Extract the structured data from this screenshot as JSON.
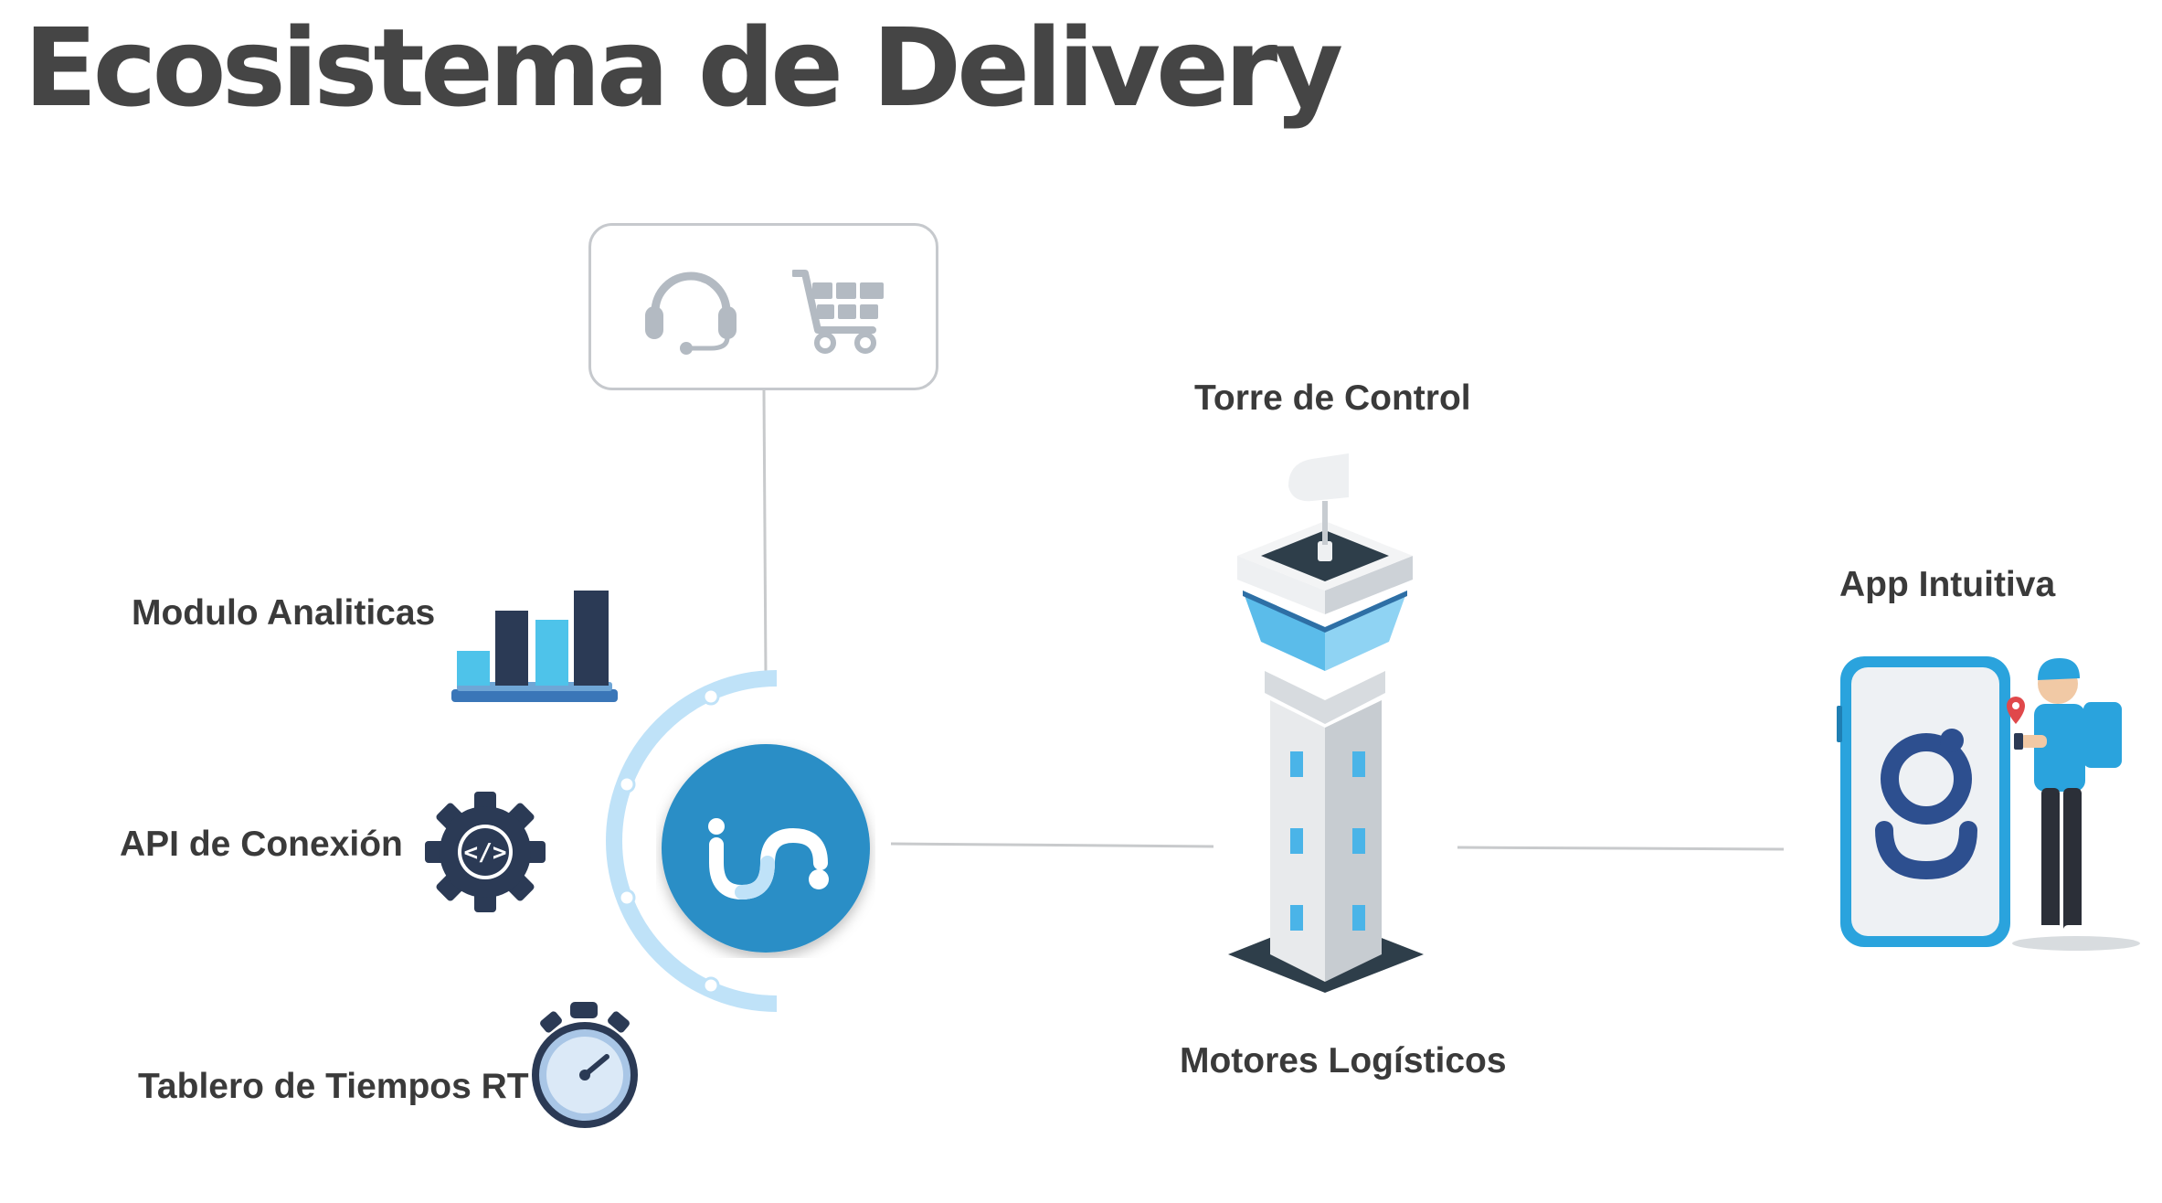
{
  "title": "Ecosistema de Delivery",
  "labels": {
    "analytics": "Modulo Analiticas",
    "api": "API de Conexión",
    "dashboard": "Tablero de Tiempos RT",
    "control_tower": "Torre de Control",
    "engines": "Motores Logísticos",
    "app": "App Intuitiva"
  },
  "icons": {
    "support": "headset-icon",
    "shop": "shopping-cart-icon",
    "analytics": "bar-chart-icon",
    "api": "code-gear-icon",
    "dashboard": "stopwatch-icon",
    "hub": "hub-logo",
    "tower": "control-tower-icon",
    "app": "phone-courier-icon"
  },
  "colors": {
    "title": "#454545",
    "hub": "#2a8ec6",
    "accent_light": "#bfe2f8",
    "dark_navy": "#2b3a55",
    "icon_gray": "#b3bac2",
    "line": "#c8cacc"
  }
}
